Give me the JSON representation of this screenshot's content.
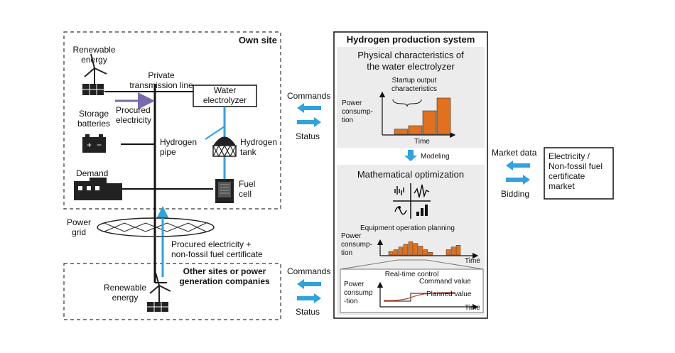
{
  "own_site": {
    "title": "Own site",
    "renewable_label": "Renewable\nenergy",
    "private_line_label": "Private\ntransmission line",
    "electrolyzer_label": "Water\nelectrolyzer",
    "procured_label": "Procured\nelectricity",
    "storage_label": "Storage\nbatteries",
    "hydrogen_pipe_label": "Hydrogen\npipe",
    "hydrogen_tank_label": "Hydrogen\ntank",
    "demand_label": "Demand",
    "fuel_cell_label": "Fuel\ncell"
  },
  "grid": {
    "power_grid_label": "Power\ngrid",
    "procured_cert_label": "Procured electricity +\nnon-fossil fuel certificate"
  },
  "other_sites": {
    "title": "Other sites or power\ngeneration companies",
    "renewable_label": "Renewable\nenergy"
  },
  "links": {
    "commands_top": "Commands",
    "status_top": "Status",
    "commands_bottom": "Commands",
    "status_bottom": "Status",
    "market_data": "Market data",
    "bidding": "Bidding"
  },
  "market": {
    "label": "Electricity /\nNon-fossil fuel\ncertificate\nmarket"
  },
  "system": {
    "title": "Hydrogen production system",
    "physical_title": "Physical characteristics of\nthe water electrolyzer",
    "startup_label": "Startup output\ncharacteristics",
    "power_consumption_label": "Power\nconsump-\ntion",
    "time_label": "Time",
    "startup_bars": [
      0.12,
      0.2,
      0.55,
      0.85
    ],
    "modeling_label": "Modeling",
    "math_title": "Mathematical optimization",
    "planning_title": "Equipment operation planning",
    "planning_y_label": "Power\nconsump-\ntion",
    "planning_time_label": "Time",
    "planning_bars": [
      0.2,
      0.3,
      0.45,
      0.6,
      0.75,
      0.65,
      0.5,
      0.3,
      0.15,
      0.3,
      0.45,
      0.55
    ],
    "realtime_title": "Real-time control",
    "realtime_y_label": "Power\nconsump\n-tion",
    "command_value_label": "Command value",
    "planned_value_label": "Planned value",
    "realtime_time_label": "Time"
  },
  "colors": {
    "blue_arrow": "#2ea3dc",
    "purple_arrow": "#7a68b0",
    "orange_bar": "#e2701c",
    "panel_gray": "#ececec",
    "command_line": "#c0392b"
  }
}
